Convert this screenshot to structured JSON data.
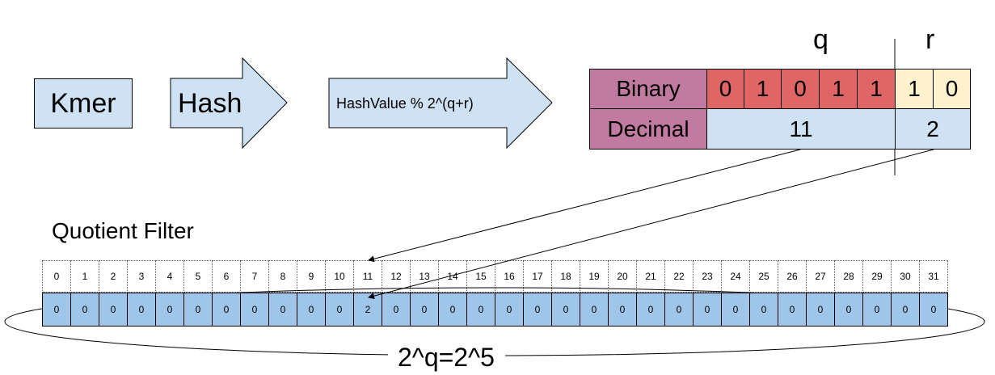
{
  "pipeline": {
    "kmer_label": "Kmer",
    "hash_label": "Hash",
    "mod_label": "HashValue % 2^(q+r)"
  },
  "table": {
    "q_label": "q",
    "r_label": "r",
    "binary_label": "Binary",
    "decimal_label": "Decimal",
    "q_bits": [
      "0",
      "1",
      "0",
      "1",
      "1"
    ],
    "r_bits": [
      "1",
      "0"
    ],
    "q_decimal": "11",
    "r_decimal": "2"
  },
  "filter": {
    "title": "Quotient Filter",
    "indices": [
      "0",
      "1",
      "2",
      "3",
      "4",
      "5",
      "6",
      "7",
      "8",
      "9",
      "10",
      "11",
      "12",
      "13",
      "14",
      "15",
      "16",
      "17",
      "18",
      "19",
      "20",
      "21",
      "22",
      "23",
      "24",
      "25",
      "26",
      "27",
      "28",
      "29",
      "30",
      "31"
    ],
    "values": [
      "0",
      "0",
      "0",
      "0",
      "0",
      "0",
      "0",
      "0",
      "0",
      "0",
      "0",
      "2",
      "0",
      "0",
      "0",
      "0",
      "0",
      "0",
      "0",
      "0",
      "0",
      "0",
      "0",
      "0",
      "0",
      "0",
      "0",
      "0",
      "0",
      "0",
      "0",
      "0"
    ],
    "size_label": "2^q=2^5"
  },
  "colors": {
    "box_fill": "#cfe2f3",
    "label_fill": "#c27ba0",
    "q_fill": "#e06666",
    "r_fill": "#fff2cc",
    "slot_fill": "#9fc5e8"
  }
}
